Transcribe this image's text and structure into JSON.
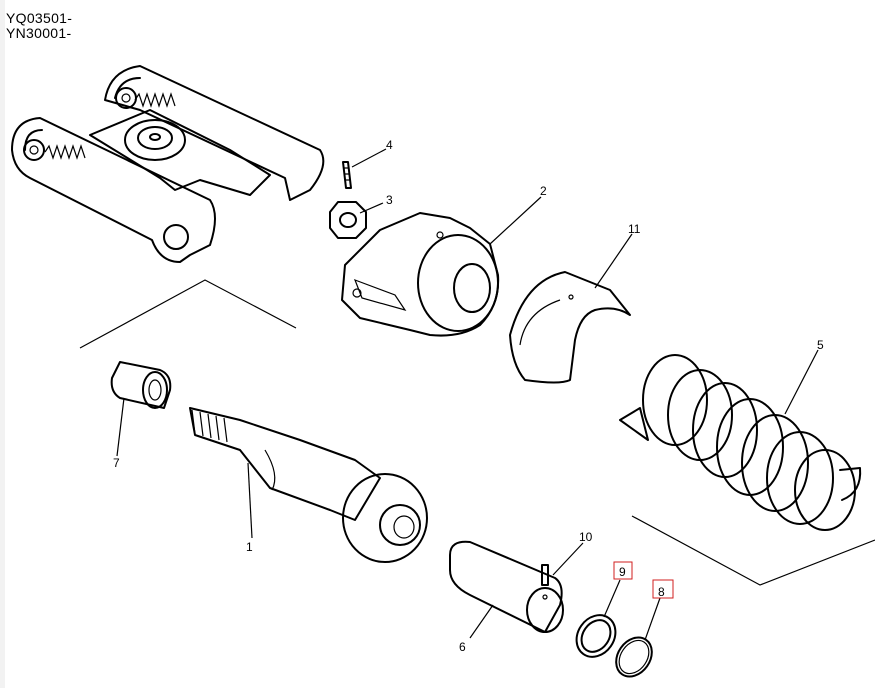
{
  "header": {
    "serial_range_1": "YQ03501-",
    "serial_range_2": "YN30001-"
  },
  "callouts": [
    {
      "id": "c1",
      "label": "1"
    },
    {
      "id": "c2",
      "label": "2"
    },
    {
      "id": "c3",
      "label": "3"
    },
    {
      "id": "c4",
      "label": "4"
    },
    {
      "id": "c5",
      "label": "5"
    },
    {
      "id": "c6",
      "label": "6"
    },
    {
      "id": "c7",
      "label": "7"
    },
    {
      "id": "c8",
      "label": "8"
    },
    {
      "id": "c9",
      "label": "9"
    },
    {
      "id": "c10",
      "label": "10"
    },
    {
      "id": "c11",
      "label": "11"
    }
  ],
  "highlighted": [
    "8",
    "9"
  ],
  "colors": {
    "line": "#000000",
    "highlight": "#d21f1f",
    "background": "#ffffff"
  }
}
